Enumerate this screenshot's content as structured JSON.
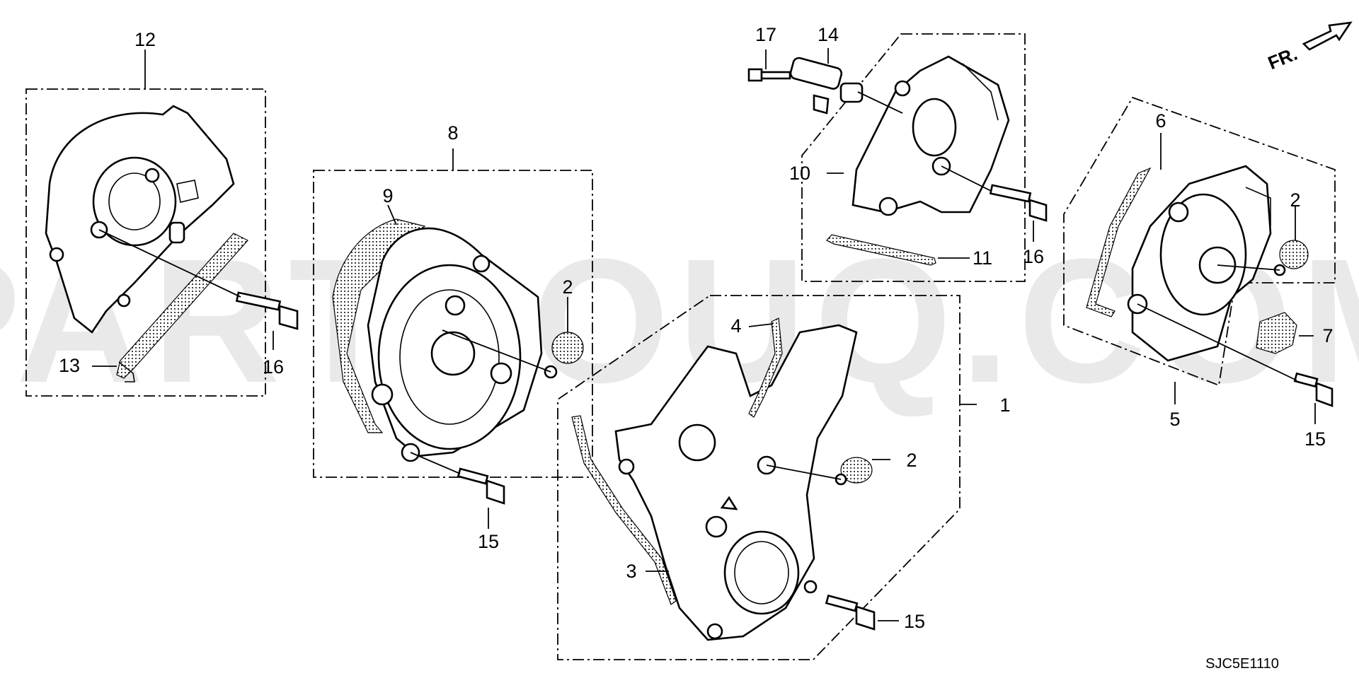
{
  "watermark": "PARTSOUQ.COM",
  "diagram_code": "SJC5E1110",
  "front_label": "FR.",
  "callouts": {
    "c1": "1",
    "c2a": "2",
    "c2b": "2",
    "c2c": "2",
    "c3": "3",
    "c4": "4",
    "c5": "5",
    "c6": "6",
    "c7": "7",
    "c8": "8",
    "c9": "9",
    "c10": "10",
    "c11": "11",
    "c12": "12",
    "c13": "13",
    "c14": "14",
    "c15a": "15",
    "c15b": "15",
    "c15c": "15",
    "c16a": "16",
    "c16b": "16",
    "c17": "17"
  }
}
